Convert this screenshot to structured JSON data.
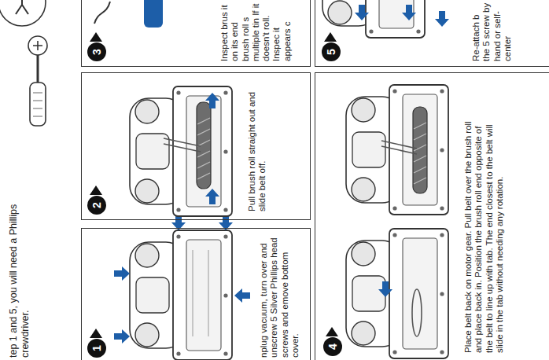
{
  "diagram": {
    "nodes": [
      {
        "text": [
          "nplug vacuum, turn over and unscrew 5 Silver Phillips head screws and emove bottom cover."
        ]
      },
      {
        "text": [
          "1"
        ],
        "in": 0
      },
      {
        "text": [
          "Pull brush roll straight out and slide belt off."
        ]
      },
      {
        "text": [
          "2"
        ],
        "in": 2
      },
      {
        "text": [
          "Inspect brus it on its end brush roll s multiple tin If it doesn't roll. Inspec it appears c"
        ]
      },
      {
        "text": [
          "3"
        ],
        "in": 4
      },
      {
        "text": [
          "Place belt back on motor gear. Pull belt over the brush roll and place back in. Position the brush roll end opposite of the belt to line up with tab. The end closest to the belt will slide in the tab without needing any rotation."
        ]
      },
      {
        "text": [
          "4"
        ],
        "in": 6
      },
      {
        "text": [
          "Re-attach b the 5 screw by hand or self-center"
        ]
      },
      {
        "text": [
          "5"
        ],
        "in": 8
      }
    ],
    "labels": [
      "tep 1 and 5, you will need a Phillips crewdriver."
    ]
  }
}
